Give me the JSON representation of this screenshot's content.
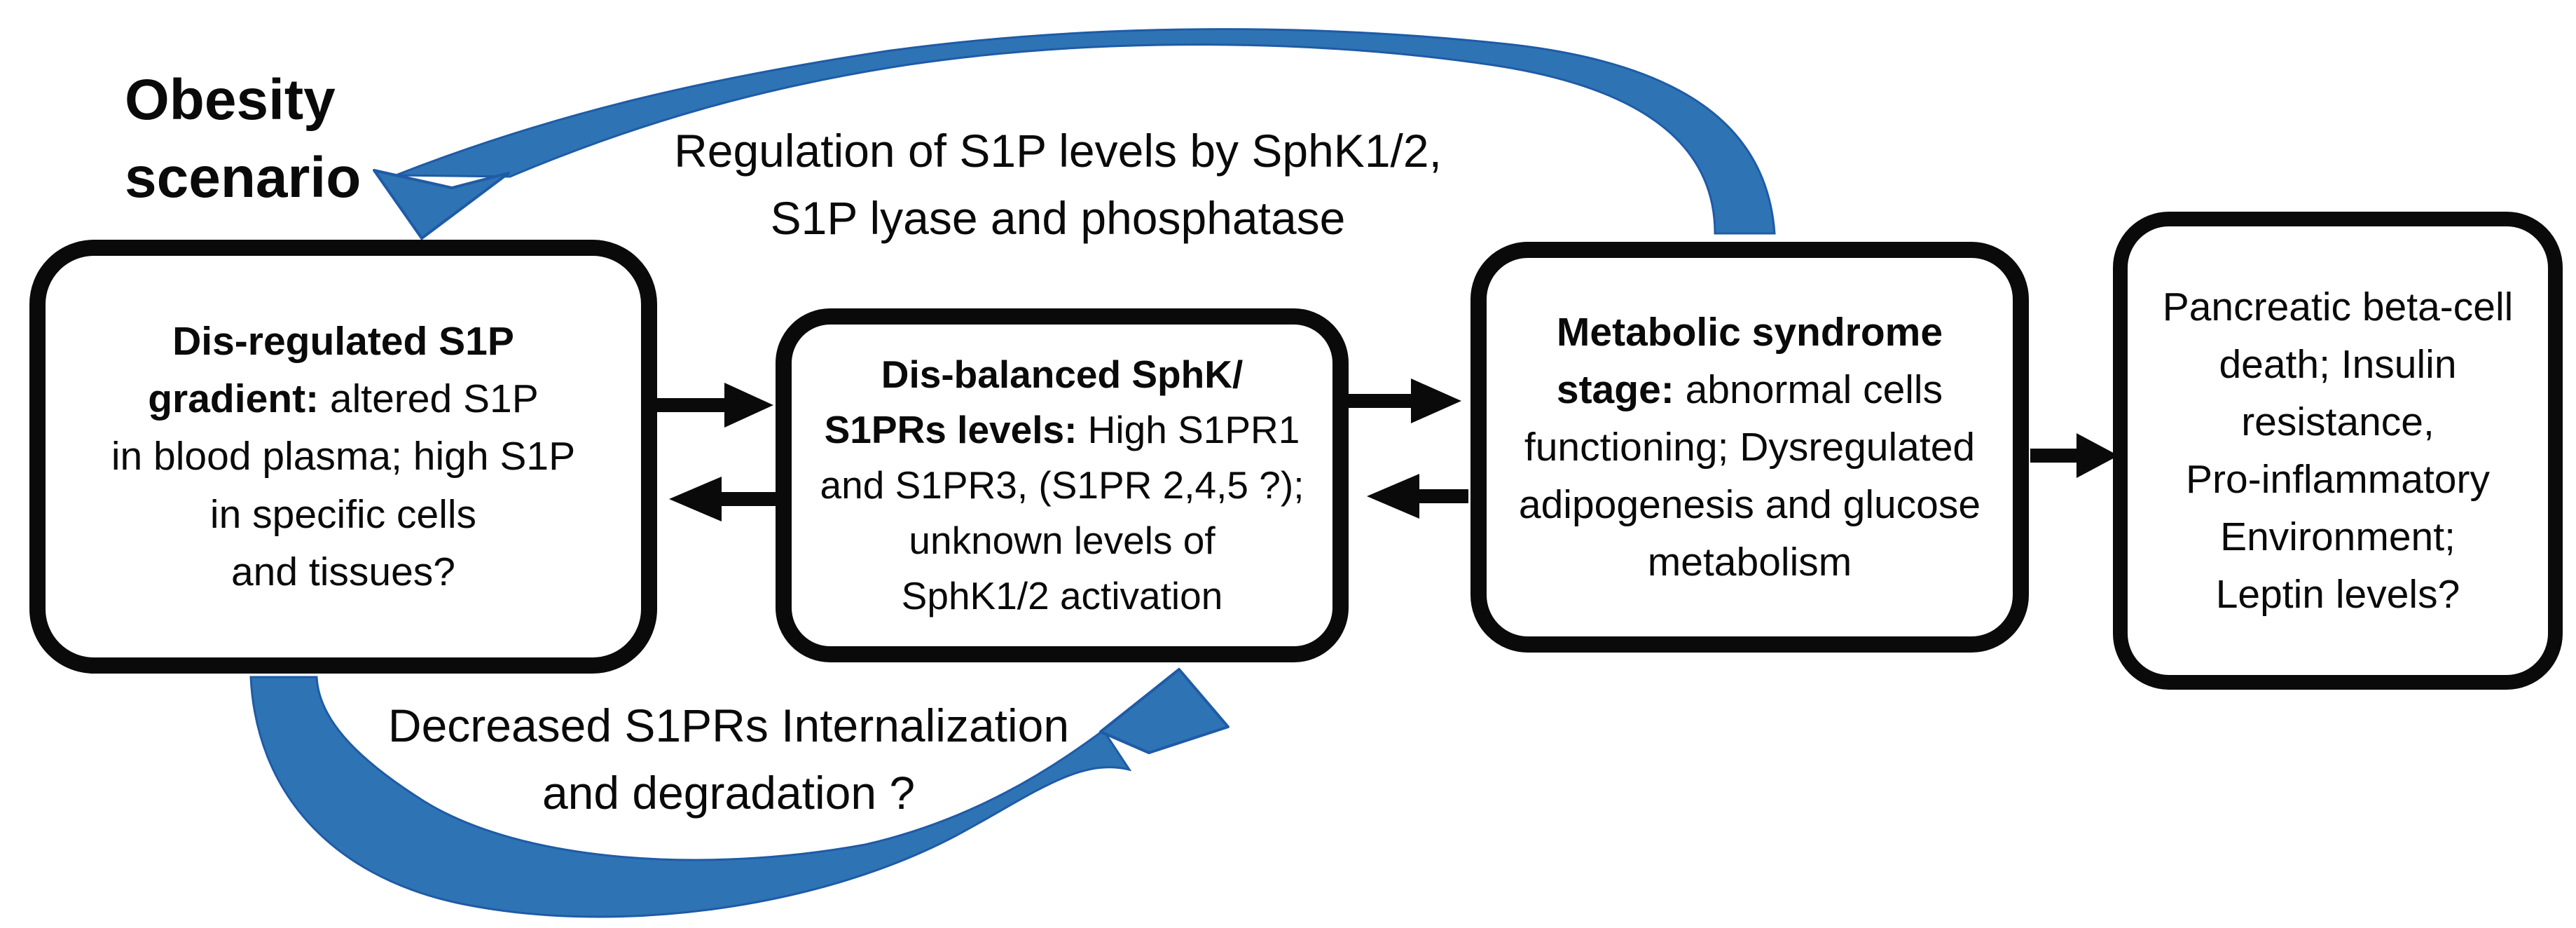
{
  "title": {
    "lines": [
      "Obesity",
      "scenario"
    ]
  },
  "annotations": {
    "top": {
      "lines": [
        "Regulation of S1P levels by SphK1/2,",
        "S1P lyase and phosphatase"
      ]
    },
    "bottom": {
      "lines": [
        "Decreased S1PRs Internalization",
        "and degradation ?"
      ]
    }
  },
  "boxes": [
    {
      "id": "dis-regulated-s1p-gradient",
      "full_text": "Dis-regulated S1P gradient: altered S1P in blood plasma; high S1P in specific cells and tissues?",
      "lines": [
        [
          {
            "t": "Dis-regulated S1P",
            "b": true
          }
        ],
        [
          {
            "t": "gradient:",
            "b": true
          },
          {
            "t": " altered S1P",
            "b": false
          }
        ],
        [
          {
            "t": "in blood plasma; high S1P",
            "b": false
          }
        ],
        [
          {
            "t": "in specific cells",
            "b": false
          }
        ],
        [
          {
            "t": "and tissues?",
            "b": false
          }
        ]
      ]
    },
    {
      "id": "dis-balanced-sphk-s1prs-levels",
      "full_text": "Dis-balanced SphK/ S1PRs levels: High S1PR1 and S1PR3, (S1PR 2,4,5 ?); unknown levels of SphK1/2 activation",
      "lines": [
        [
          {
            "t": "Dis-balanced SphK/",
            "b": true
          }
        ],
        [
          {
            "t": "S1PRs levels:",
            "b": true
          },
          {
            "t": " High S1PR1",
            "b": false
          }
        ],
        [
          {
            "t": "and S1PR3, (S1PR 2,4,5 ?);",
            "b": false
          }
        ],
        [
          {
            "t": "unknown levels of",
            "b": false
          }
        ],
        [
          {
            "t": "SphK1/2 activation",
            "b": false
          }
        ]
      ]
    },
    {
      "id": "metabolic-syndrome-stage",
      "full_text": "Metabolic syndrome stage: abnormal cells functioning; Dysregulated adipogenesis and glucose metabolism",
      "lines": [
        [
          {
            "t": "Metabolic syndrome",
            "b": true
          }
        ],
        [
          {
            "t": "stage:",
            "b": true
          },
          {
            "t": " abnormal cells",
            "b": false
          }
        ],
        [
          {
            "t": "functioning; Dysregulated",
            "b": false
          }
        ],
        [
          {
            "t": "adipogenesis and glucose",
            "b": false
          }
        ],
        [
          {
            "t": "metabolism",
            "b": false
          }
        ]
      ]
    },
    {
      "id": "outcomes",
      "full_text": "Pancreatic beta-cell death; Insulin resistance, Pro-inflammatory Environment; Leptin levels?",
      "lines": [
        [
          {
            "t": "Pancreatic beta-cell",
            "b": false
          }
        ],
        [
          {
            "t": "death; Insulin",
            "b": false
          }
        ],
        [
          {
            "t": "resistance,",
            "b": false
          }
        ],
        [
          {
            "t": "Pro-inflammatory",
            "b": false
          }
        ],
        [
          {
            "t": "Environment;",
            "b": false
          }
        ],
        [
          {
            "t": "Leptin levels?",
            "b": false
          }
        ]
      ]
    }
  ],
  "arrows": {
    "between_boxes": [
      {
        "from": "dis-regulated-s1p-gradient",
        "to": "dis-balanced-sphk-s1prs-levels",
        "bidirectional": true
      },
      {
        "from": "dis-balanced-sphk-s1prs-levels",
        "to": "metabolic-syndrome-stage",
        "bidirectional": true
      },
      {
        "from": "metabolic-syndrome-stage",
        "to": "outcomes",
        "bidirectional": false
      }
    ],
    "cycle_arrows": [
      {
        "name": "top-feedback-arc",
        "from": "metabolic-syndrome-stage",
        "to": "dis-regulated-s1p-gradient",
        "color": "blue"
      },
      {
        "name": "bottom-feedback-arc",
        "from": "dis-regulated-s1p-gradient",
        "to": "dis-balanced-sphk-s1prs-levels",
        "color": "blue"
      }
    ]
  },
  "colors": {
    "arrow_blue": "#2E74B5",
    "arrow_blue_edge": "#1F5BA6",
    "ink_black": "#0a0a0a",
    "background": "#ffffff"
  }
}
